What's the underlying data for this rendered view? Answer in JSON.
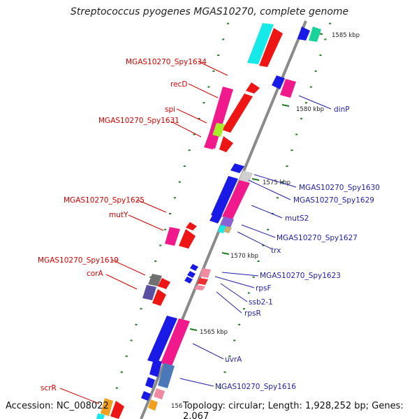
{
  "title": "Streptococcus pyogenes MGAS10270, complete genome",
  "footer": {
    "accession": "Accession: NC_008022",
    "details": "Topology: circular; Length: 1,928,252 bp; Genes: 2,067"
  },
  "ticks": [
    "1585 kbp",
    "1580 kbp",
    "1575 kbp",
    "1570 kbp",
    "1565 kbp",
    "156"
  ],
  "left_labels": [
    "MGAS10270_Spy1634",
    "recD",
    "spi",
    "MGAS10270_Spy1631",
    "MGAS10270_Spy1625",
    "mutY",
    "MGAS10270_Spy1619",
    "corA",
    "scrR"
  ],
  "right_labels": [
    "dinP",
    "MGAS10270_Spy1630",
    "MGAS10270_Spy1629",
    "mutS2",
    "MGAS10270_Spy1627",
    "trx",
    "MGAS10270_Spy1623",
    "rpsF",
    "ssb2-1",
    "rpsR",
    "uvrA",
    "MGAS10270_Spy1616"
  ],
  "colors": {
    "left_label": "#d40000",
    "right_label": "#1f1fa8",
    "backbone": "#8a8a8a",
    "tick": "#1f7a1f"
  }
}
